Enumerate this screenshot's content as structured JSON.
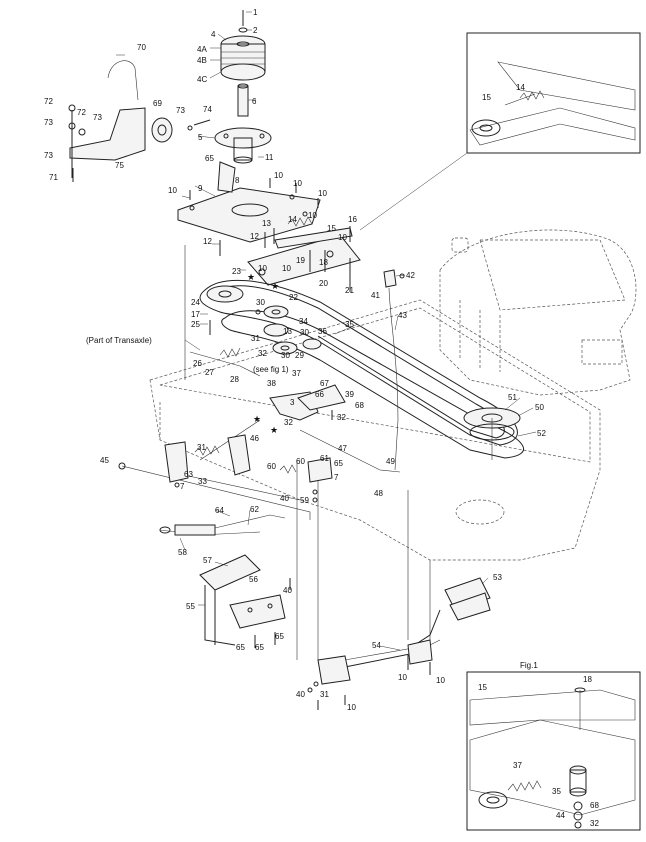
{
  "callouts": {
    "c1": "1",
    "c2": "2",
    "c3": "3",
    "c4": "4",
    "c4A": "4A",
    "c4B": "4B",
    "c4C": "4C",
    "c5": "5",
    "c6": "6",
    "c7": "7",
    "c8": "8",
    "c9": "9",
    "c10": "10",
    "c11": "11",
    "c12": "12",
    "c13": "13",
    "c14": "14",
    "c15": "15",
    "c16": "16",
    "c17": "17",
    "c18": "18",
    "c19": "19",
    "c20": "20",
    "c21": "21",
    "c22": "22",
    "c23": "23",
    "c24": "24",
    "c25": "25",
    "c26": "26",
    "c27": "27",
    "c28": "28",
    "c29": "29",
    "c30": "30",
    "c31": "31",
    "c32": "32",
    "c33": "33",
    "c34": "34",
    "c35": "35",
    "c36": "36",
    "c37": "37",
    "c38": "38",
    "c39": "39",
    "c40": "40",
    "c41": "41",
    "c42": "42",
    "c43": "43",
    "c44": "44",
    "c45": "45",
    "c46": "46",
    "c47": "47",
    "c48": "48",
    "c49": "49",
    "c50": "50",
    "c51": "51",
    "c52": "52",
    "c53": "53",
    "c54": "54",
    "c55": "55",
    "c56": "56",
    "c57": "57",
    "c58": "58",
    "c59": "59",
    "c60": "60",
    "c61": "61",
    "c62": "62",
    "c63": "63",
    "c64": "64",
    "c65": "65",
    "c66": "66",
    "c67": "67",
    "c68": "68",
    "c69": "69",
    "c70": "70",
    "c71": "71",
    "c72": "72",
    "c73": "73",
    "c74": "74",
    "c75": "75"
  },
  "notes": {
    "transaxle": "(Part of Transaxle)",
    "see_fig": "(see fig 1)",
    "fig1_title": "Fig.1",
    "star": "★"
  }
}
